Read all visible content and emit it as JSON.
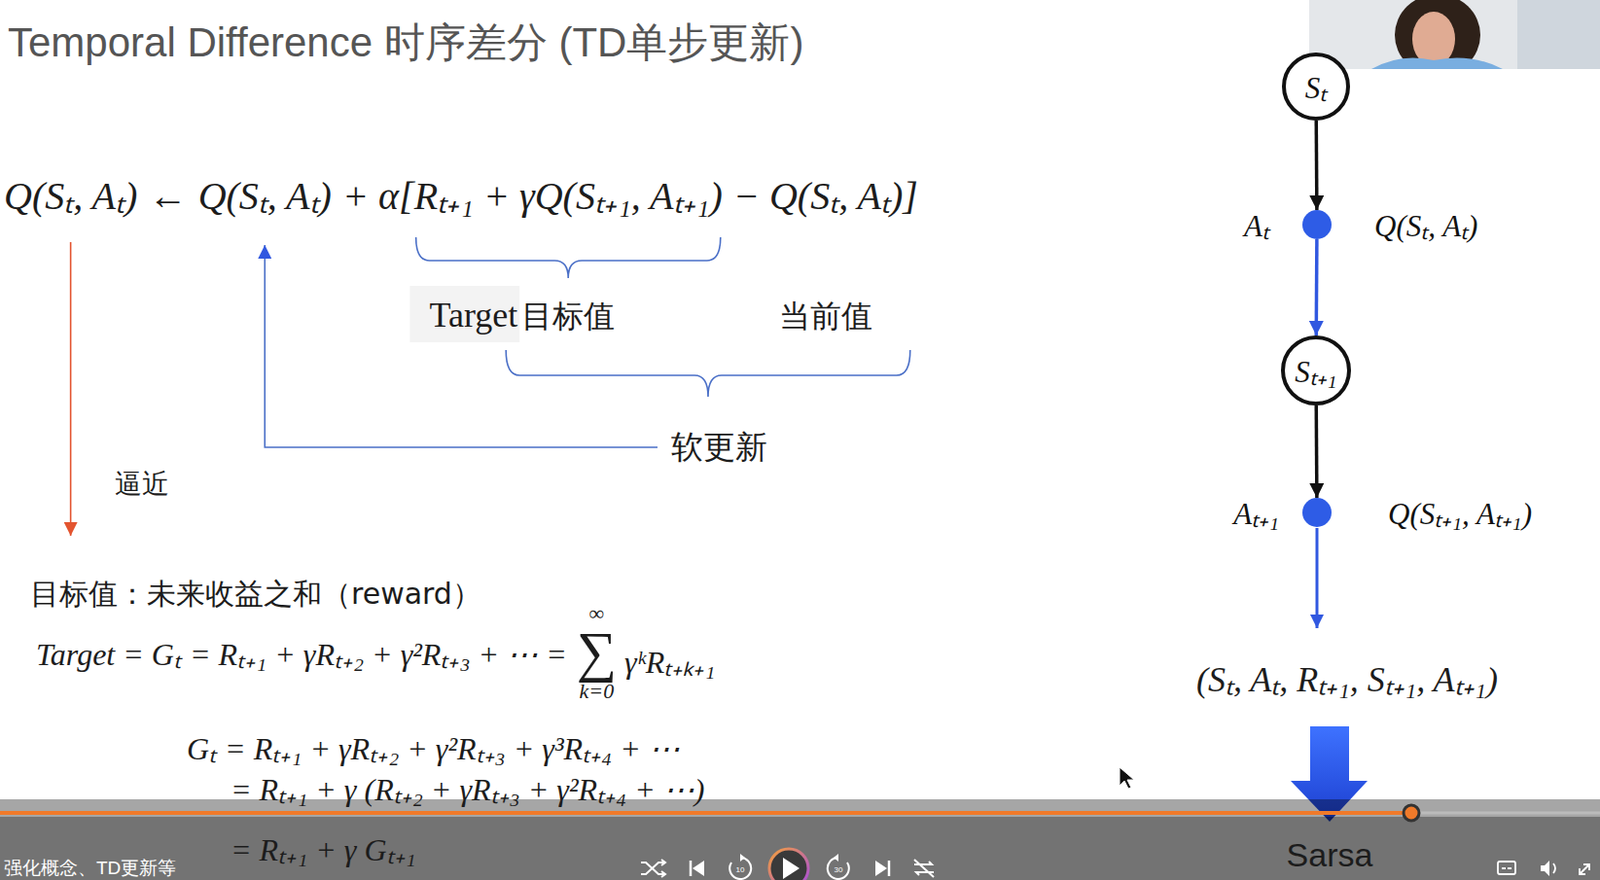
{
  "diagram": {
    "title": "Temporal Difference 时序差分 (TD单步更新)",
    "nodes": [
      {
        "text": [
          "Sₜ"
        ]
      },
      {
        "text": [
          "Aₜ",
          "Q(Sₜ, Aₜ)"
        ]
      },
      {
        "text": [
          "Sₜ₊₁"
        ]
      },
      {
        "text": [
          "Aₜ₊₁",
          "Q(Sₜ₊₁, Aₜ₊₁)"
        ]
      }
    ],
    "edges": [
      {
        "from": 0,
        "to": 1,
        "arrow": "to"
      },
      {
        "from": 1,
        "to": 2,
        "arrow": "to"
      },
      {
        "from": 2,
        "to": 3,
        "arrow": "to"
      }
    ],
    "labels": [
      "Q(Sₜ, Aₜ)",
      "←",
      "Q(Sₜ, Aₜ)",
      "+ α[",
      "Rₜ₊₁ + γQ(Sₜ₊₁, Aₜ₊₁)",
      "− Q(Sₜ, Aₜ)]",
      "Target",
      "目标值",
      "当前值",
      "软更新",
      "逼近",
      "目标值：未来收益之和（reward）",
      "Target = Gₜ = Rₜ₊₁ + γRₜ₊₂ + γ²Rₜ₊₃ + ⋯ =",
      "∞",
      "∑",
      "k=0",
      "γᵏRₜ₊ₖ₊₁",
      "Gₜ = Rₜ₊₁ + γRₜ₊₂ + γ²Rₜ₊₃ + γ³Rₜ₊₄ + ⋯",
      "= Rₜ₊₁ + γ (Rₜ₊₂ + γRₜ₊₃ + γ²Rₜ₊₄ + ⋯)",
      "= Rₜ₊₁ + γ Gₜ₊₁",
      "(Sₜ, Aₜ, Rₜ₊₁, Sₜ₊₁, Aₜ₊₁)",
      "Sarsa",
      "强化概念、TD更新等",
      "10",
      "30"
    ]
  }
}
